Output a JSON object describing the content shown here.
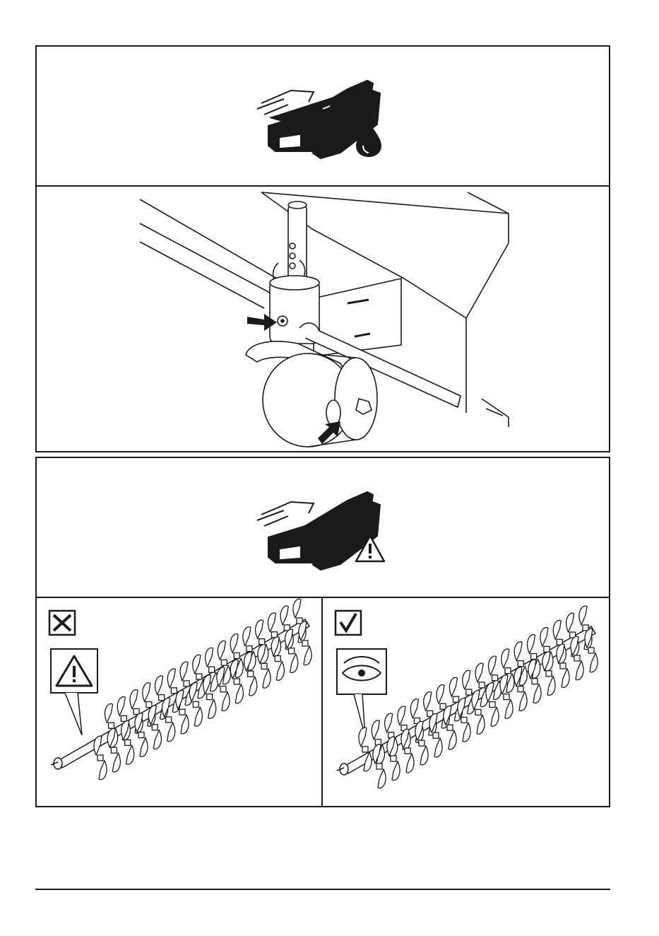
{
  "page": {
    "type": "instruction-manual-illustration-page"
  },
  "panels": [
    {
      "id": "service-lubrication",
      "icons": [
        "tiller-attachment-icon",
        "oil-drop-icon"
      ]
    },
    {
      "id": "wheel-lubrication-points",
      "icons": [
        "arrow-icon",
        "arrow-icon"
      ]
    },
    {
      "id": "service-warning",
      "icons": [
        "tiller-attachment-icon",
        "warning-triangle-icon"
      ]
    },
    {
      "id": "incorrect-tines",
      "icons": [
        "cross-mark-icon",
        "warning-triangle-icon"
      ]
    },
    {
      "id": "correct-tines",
      "icons": [
        "check-mark-icon",
        "eye-icon"
      ]
    }
  ],
  "colors": {
    "ink": "#1a1a1a",
    "paper": "#ffffff"
  }
}
